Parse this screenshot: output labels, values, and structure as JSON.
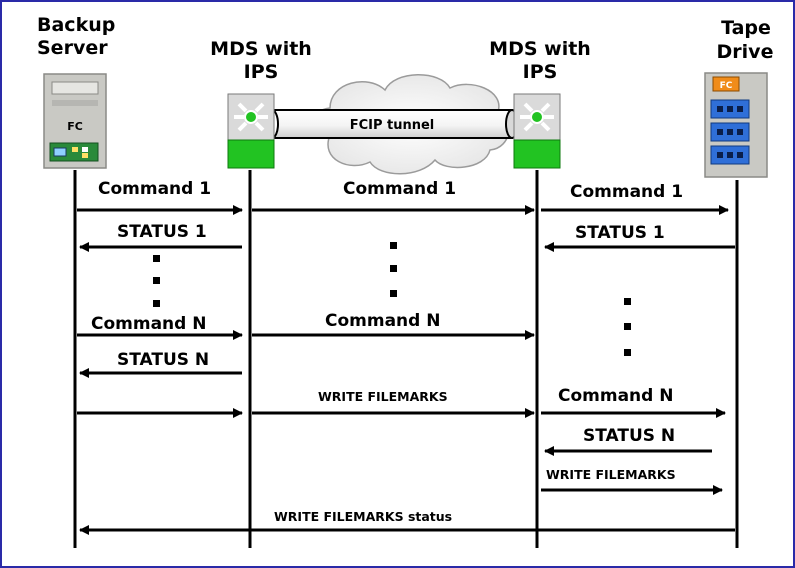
{
  "colors": {
    "frame": "#2a2aa8",
    "lifeline": "#000000",
    "switch_green": "#22c322",
    "server_gray": "#c9c9c4",
    "tape_blue": "#2f6fd8",
    "tape_orange": "#f08c1a"
  },
  "nodes": {
    "backup_server": {
      "title_line1": "Backup",
      "title_line2": "Server",
      "card_label": "FC"
    },
    "mds_left": {
      "title_line1": "MDS with",
      "title_line2": "IPS"
    },
    "mds_right": {
      "title_line1": "MDS with",
      "title_line2": "IPS"
    },
    "tape_drive": {
      "title_line1": "Tape",
      "title_line2": "Drive",
      "port_label": "FC"
    }
  },
  "tunnel": {
    "label": "FCIP tunnel"
  },
  "messages": [
    {
      "id": "m1",
      "text": "Command 1"
    },
    {
      "id": "m2",
      "text": "Command 1"
    },
    {
      "id": "m3",
      "text": "Command 1"
    },
    {
      "id": "m4",
      "text": "STATUS 1"
    },
    {
      "id": "m5",
      "text": "STATUS 1"
    },
    {
      "id": "m6",
      "text": "Command N"
    },
    {
      "id": "m7",
      "text": "Command N"
    },
    {
      "id": "m8",
      "text": "STATUS N"
    },
    {
      "id": "m9",
      "text": "WRITE FILEMARKS"
    },
    {
      "id": "m10",
      "text": "Command N"
    },
    {
      "id": "m11",
      "text": "STATUS N"
    },
    {
      "id": "m12",
      "text": "WRITE FILEMARKS"
    },
    {
      "id": "m13",
      "text": "WRITE FILEMARKS status"
    }
  ]
}
